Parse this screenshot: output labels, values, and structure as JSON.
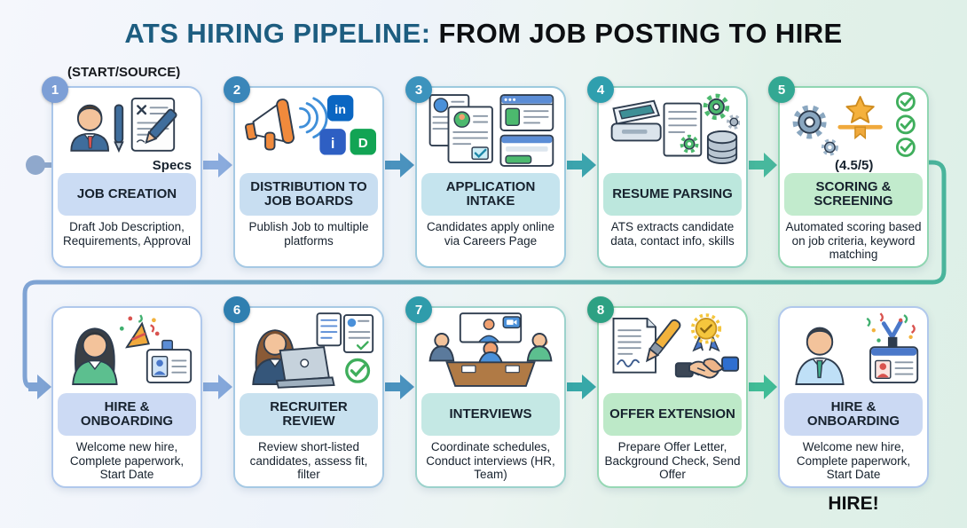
{
  "header": {
    "title_accent": "ATS HIRING PIPELINE:",
    "title_rest": " FROM JOB POSTING TO HIRE",
    "start_label": "(START/SOURCE)"
  },
  "footer": {
    "hire_label": "HIRE!"
  },
  "steps": [
    {
      "number": "1",
      "title": "JOB CREATION",
      "description": "Draft Job Description, Requirements, Approval",
      "icon": "person-pen-spec-document",
      "caption": "Specs"
    },
    {
      "number": "2",
      "title": "DISTRIBUTION TO JOB BOARDS",
      "description": "Publish Job to multiple platforms",
      "icon": "megaphone-social-tiles",
      "platform_glyphs": {
        "linkedin": "in",
        "indeed": "i",
        "glassdoor": "D"
      }
    },
    {
      "number": "3",
      "title": "APPLICATION INTAKE",
      "description": "Candidates apply online via Careers Page",
      "icon": "resumes-careers-page"
    },
    {
      "number": "4",
      "title": "RESUME PARSING",
      "description": "ATS extracts candidate data, contact info, skills",
      "icon": "scanner-gears-database"
    },
    {
      "number": "5",
      "title": "SCORING & SCREENING",
      "description": "Automated scoring based on job criteria, keyword matching",
      "icon": "gear-star-checklist",
      "score_label": "(4.5/5)"
    },
    {
      "number": "",
      "title": "HIRE & ONBOARDING",
      "description": "Welcome new hire, Complete paperwork, Start Date",
      "icon": "new-hire-woman-id-badge-confetti"
    },
    {
      "number": "6",
      "title": "RECRUITER REVIEW",
      "description": "Review short-listed candidates, assess fit, filter",
      "icon": "recruiter-laptop-documents-check"
    },
    {
      "number": "7",
      "title": "INTERVIEWS",
      "description": "Coordinate schedules, Conduct interviews (HR, Team)",
      "icon": "interview-panel-video"
    },
    {
      "number": "8",
      "title": "OFFER EXTENSION",
      "description": "Prepare Offer Letter, Background Check, Send Offer",
      "icon": "offer-letter-medal-handshake"
    },
    {
      "number": "",
      "title": "HIRE & ONBOARDING",
      "description": "Welcome new hire, Complete paperwork, Start Date",
      "icon": "new-hire-man-id-badge-confetti"
    }
  ],
  "colors": {
    "title_accent": "#1d5d80",
    "flow_blue": "#7fa3d4",
    "flow_teal": "#49b49b",
    "badge_colors": [
      "#7d9fd6",
      "#3a86b9",
      "#3c93bd",
      "#2f9fae",
      "#33a893",
      "#2f7fb0",
      "#2f9cab",
      "#2da183"
    ],
    "arrow_colors_row1": [
      "#8aabdd",
      "#4a92be",
      "#3ba4ad",
      "#47b89d"
    ],
    "arrow_colors_row2": [
      "#7fa3d4",
      "#84a7da",
      "#4a92be",
      "#37a8a8",
      "#40bc96"
    ]
  }
}
